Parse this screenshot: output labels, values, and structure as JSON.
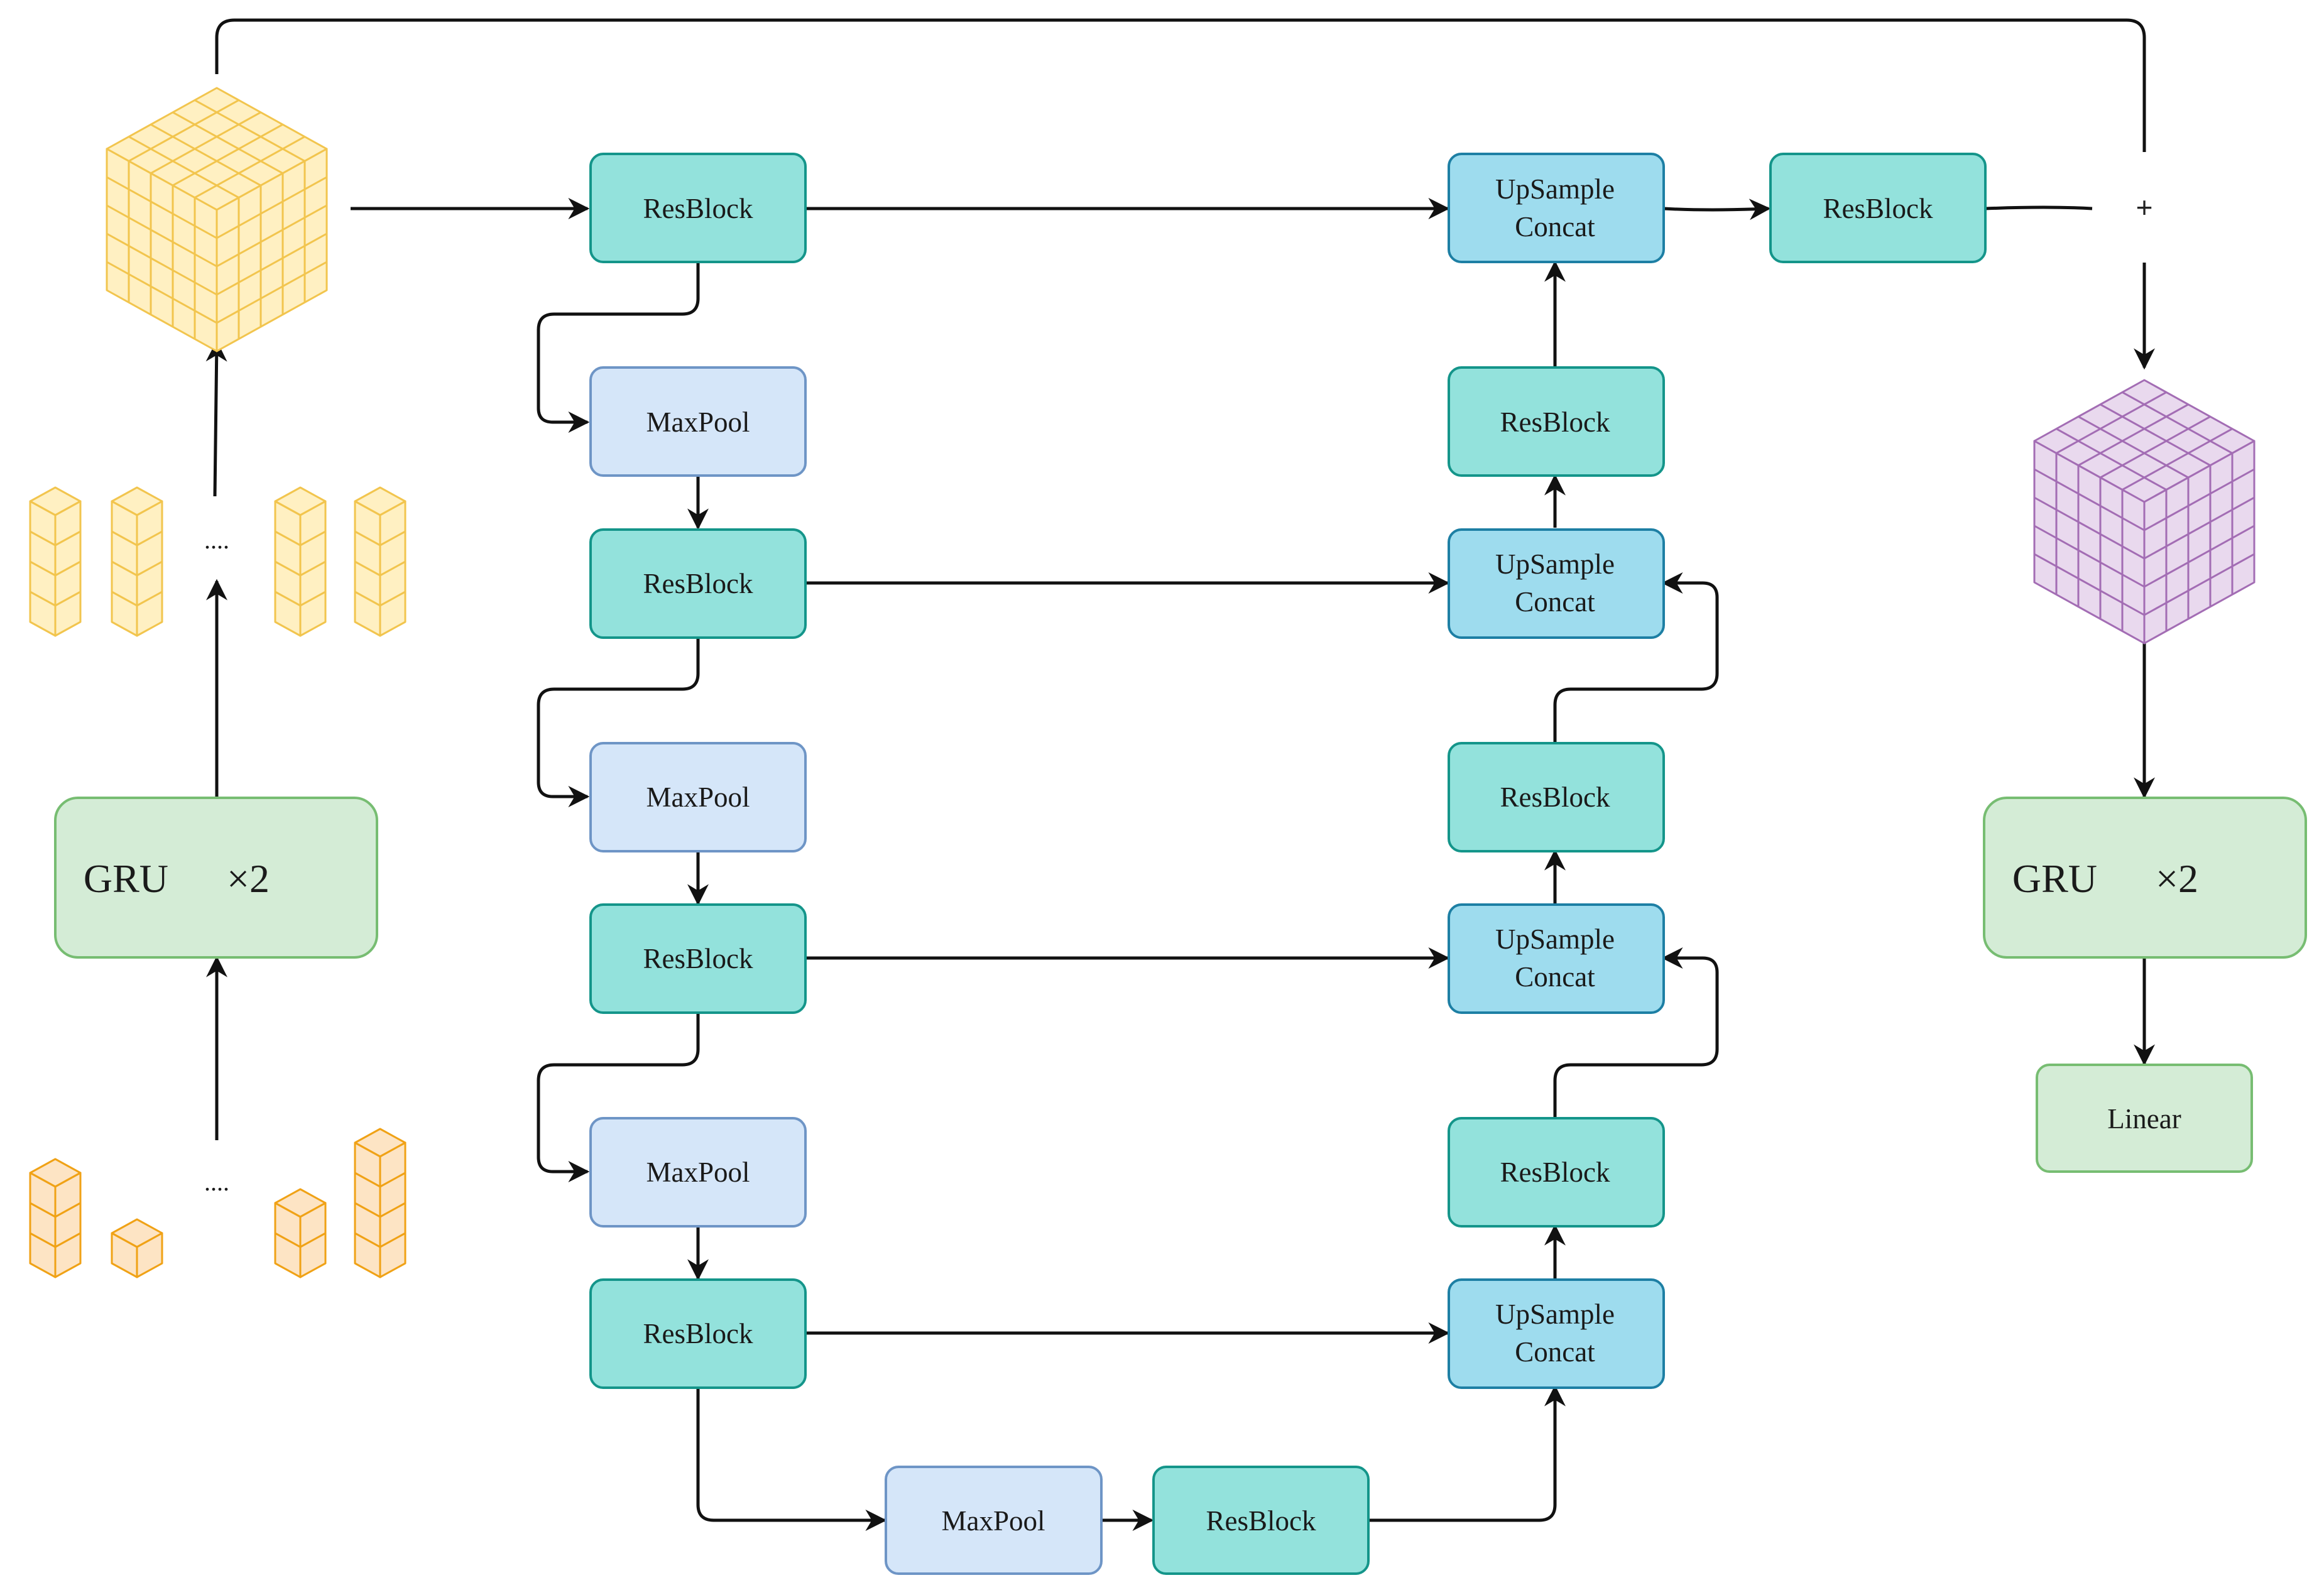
{
  "colors": {
    "resblock_fill": "#93e2dc",
    "resblock_stroke": "#14958a",
    "maxpool_fill": "#d5e6f9",
    "maxpool_stroke": "#6e95c6",
    "upsample_fill": "#9edcee",
    "upsample_stroke": "#1d7fa4",
    "gru_fill": "#d4ecd6",
    "gru_stroke": "#77bd72",
    "yellow_cube_fill": "#fff0c2",
    "yellow_cube_stroke": "#f2c54e",
    "orange_cube_fill": "#fde4c4",
    "orange_cube_stroke": "#f0a216",
    "purple_cube_fill": "#e9d9ee",
    "purple_cube_stroke": "#a36db4",
    "arrow": "#111111"
  },
  "icons": {
    "input_columns": "orange-column-stack-icon",
    "feature_columns": "yellow-column-stack-icon",
    "input_cube": "yellow-voxel-cube-icon",
    "output_cube": "purple-voxel-cube-icon",
    "add_node": "plus-icon"
  },
  "left": {
    "gru": {
      "label": "GRU",
      "mult": "×2"
    },
    "upper_ellipsis": "....",
    "lower_ellipsis": "...."
  },
  "encoder": {
    "res1": "ResBlock",
    "pool1": "MaxPool",
    "res2": "ResBlock",
    "pool2": "MaxPool",
    "res3": "ResBlock",
    "pool3": "MaxPool",
    "res4": "ResBlock"
  },
  "bottleneck": {
    "pool": "MaxPool",
    "res": "ResBlock"
  },
  "decoder": {
    "up1": {
      "line1": "UpSample",
      "line2": "Concat"
    },
    "res1": "ResBlock",
    "up2": {
      "line1": "UpSample",
      "line2": "Concat"
    },
    "res2": "ResBlock",
    "up3": {
      "line1": "UpSample",
      "line2": "Concat"
    },
    "res3": "ResBlock",
    "up4": {
      "line1": "UpSample",
      "line2": "Concat"
    }
  },
  "head": {
    "res": "ResBlock",
    "plus": "+",
    "gru": {
      "label": "GRU",
      "mult": "×2"
    },
    "linear": "Linear"
  }
}
